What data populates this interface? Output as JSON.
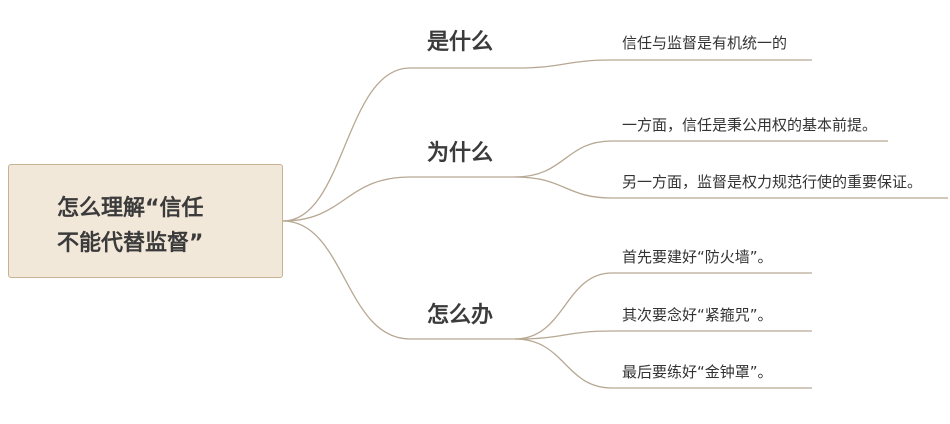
{
  "root": {
    "lines": [
      "怎么理解“信任",
      "不能代替监督”"
    ]
  },
  "branches": [
    {
      "label": "是什么",
      "leaves": [
        "信任与监督是有机统一的"
      ]
    },
    {
      "label": "为什么",
      "leaves": [
        "一方面，信任是秉公用权的基本前提。",
        "另一方面，监督是权力规范行使的重要保证。"
      ]
    },
    {
      "label": "怎么办",
      "leaves": [
        "首先要建好“防火墙”。",
        "其次要念好“紧箍咒”。",
        "最后要练好“金钟罩”。"
      ]
    }
  ],
  "colors": {
    "root_fill": "#f2e8da",
    "root_border": "#c7b193",
    "connector": "#b7a893",
    "text": "#3b3b3b"
  }
}
